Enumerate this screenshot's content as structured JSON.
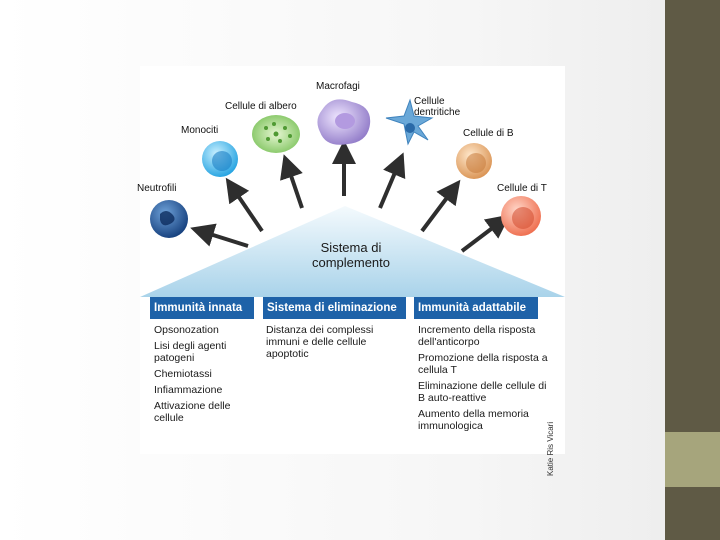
{
  "cells": {
    "neutrofili": "Neutrofili",
    "monociti": "Monociti",
    "albero": "Cellule di albero",
    "macrofagi": "Macrofagi",
    "dendritiche_1": "Cellule",
    "dendritiche_2": "dentritiche",
    "cellule_b": "Cellule di B",
    "cellule_t": "Cellule di T"
  },
  "center": {
    "line1": "Sistema di",
    "line2": "complemento"
  },
  "columns": [
    {
      "header": "Immunità innata",
      "items": [
        "Opsonozation",
        "Lisi degli agenti patogeni",
        "Chemiotassi",
        "Infiammazione",
        "Attivazione delle cellule"
      ]
    },
    {
      "header": "Sistema di eliminazione",
      "items": [
        "Distanza dei complessi immuni e delle cellule apoptotic"
      ]
    },
    {
      "header": "Immunità adattabile",
      "items": [
        "Incremento della risposta dell'anticorpo",
        "Promozione della risposta a cellula T",
        "Eliminazione delle cellule di B auto-reattive",
        "Aumento della memoria immunologica"
      ]
    }
  ],
  "credit": "Katie Ris Vicari",
  "colors": {
    "header_blue": "#1e62a8",
    "triangle_light": "#e4f2fa",
    "triangle_dark": "#9ccbe6",
    "side_bar": "#5f5a45",
    "side_accent": "#a6a57c"
  }
}
